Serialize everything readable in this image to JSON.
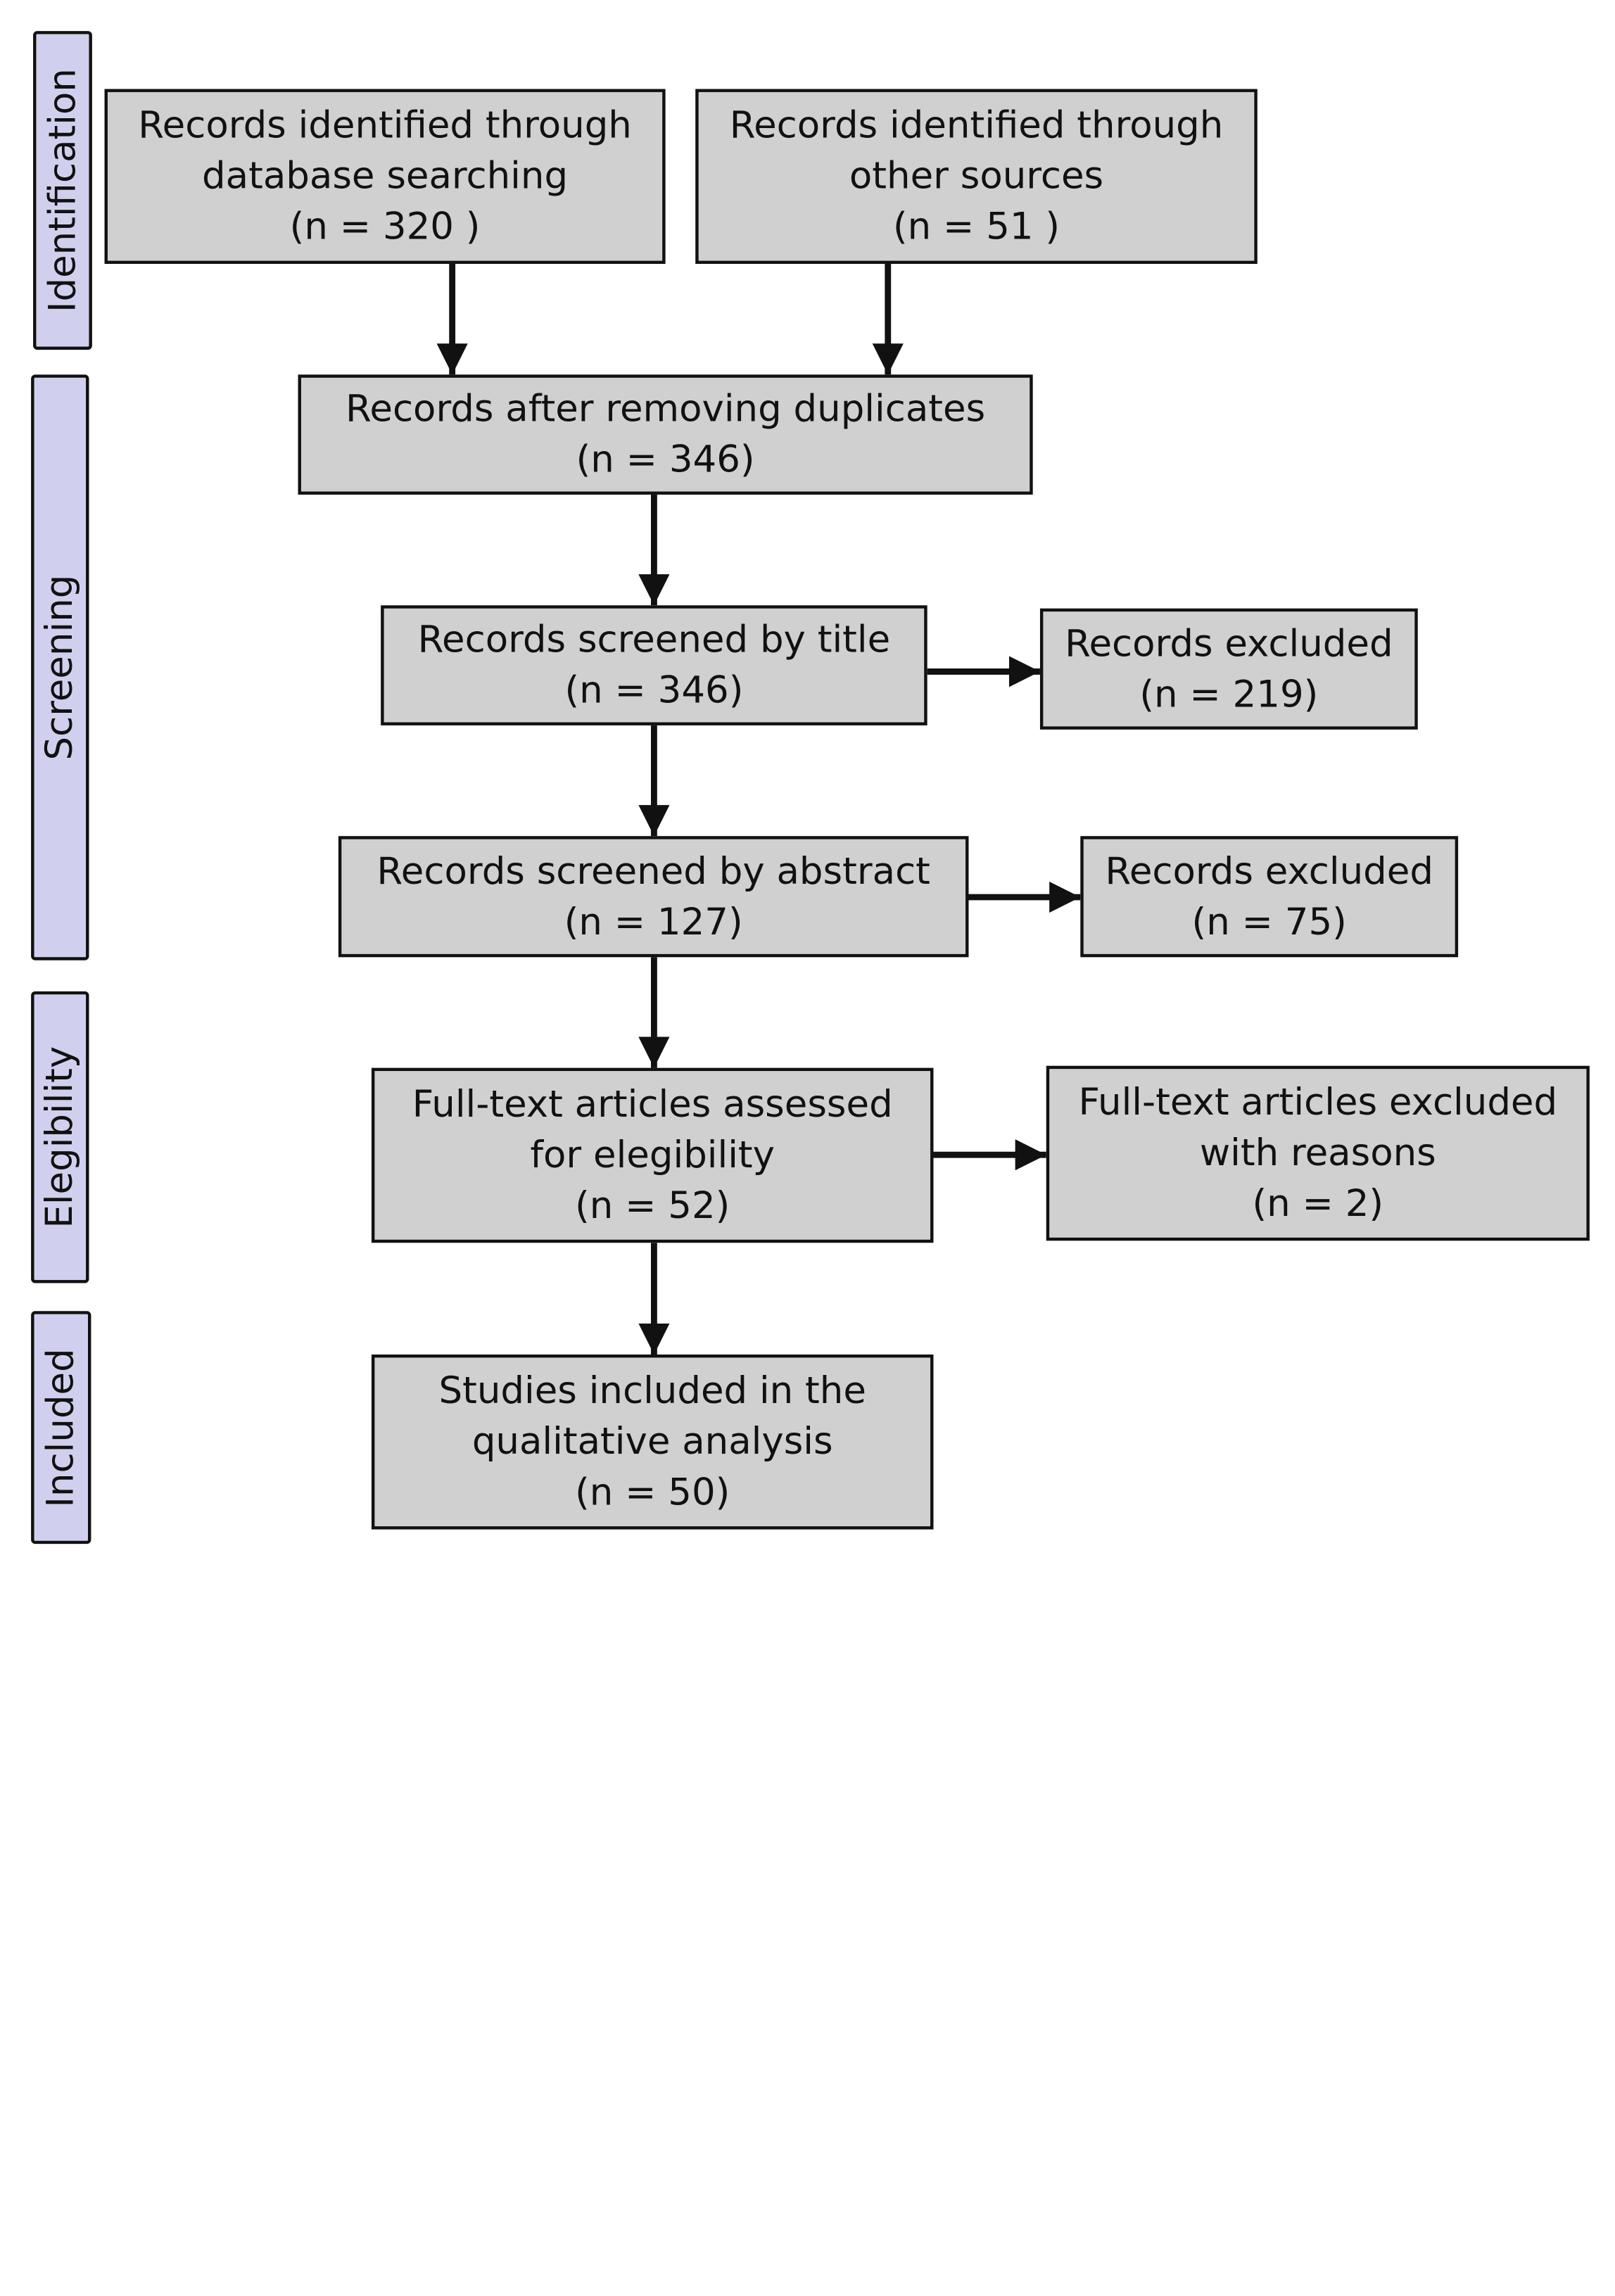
{
  "stages": [
    {
      "id": "identification",
      "label": "Identification"
    },
    {
      "id": "screening",
      "label": "Screening"
    },
    {
      "id": "elegibility",
      "label": "Elegibility"
    },
    {
      "id": "included",
      "label": "Included"
    }
  ],
  "boxes": {
    "database": [
      "Records identified through",
      "database searching",
      "(n = 320 )"
    ],
    "other": [
      "Records identified through",
      "other sources",
      "(n = 51 )"
    ],
    "dedup": [
      "Records after removing duplicates",
      "(n = 346)"
    ],
    "title": [
      "Records screened by title",
      "(n = 346)"
    ],
    "excluded_title": [
      "Records excluded",
      "(n = 219)"
    ],
    "abstract": [
      "Records screened by abstract",
      "(n = 127)"
    ],
    "excluded_abstract": [
      "Records excluded",
      "(n = 75)"
    ],
    "fulltext": [
      "Full-text articles assessed",
      "for elegibility",
      "(n = 52)"
    ],
    "excluded_fulltext": [
      "Full-text articles excluded",
      "with reasons",
      "(n = 2)"
    ],
    "included": [
      "Studies included in the",
      "qualitative analysis",
      "(n = 50)"
    ]
  },
  "colors": {
    "box_fill": "#d0d0d0",
    "stage_fill": "#d0d0ee",
    "stroke": "#111111"
  }
}
